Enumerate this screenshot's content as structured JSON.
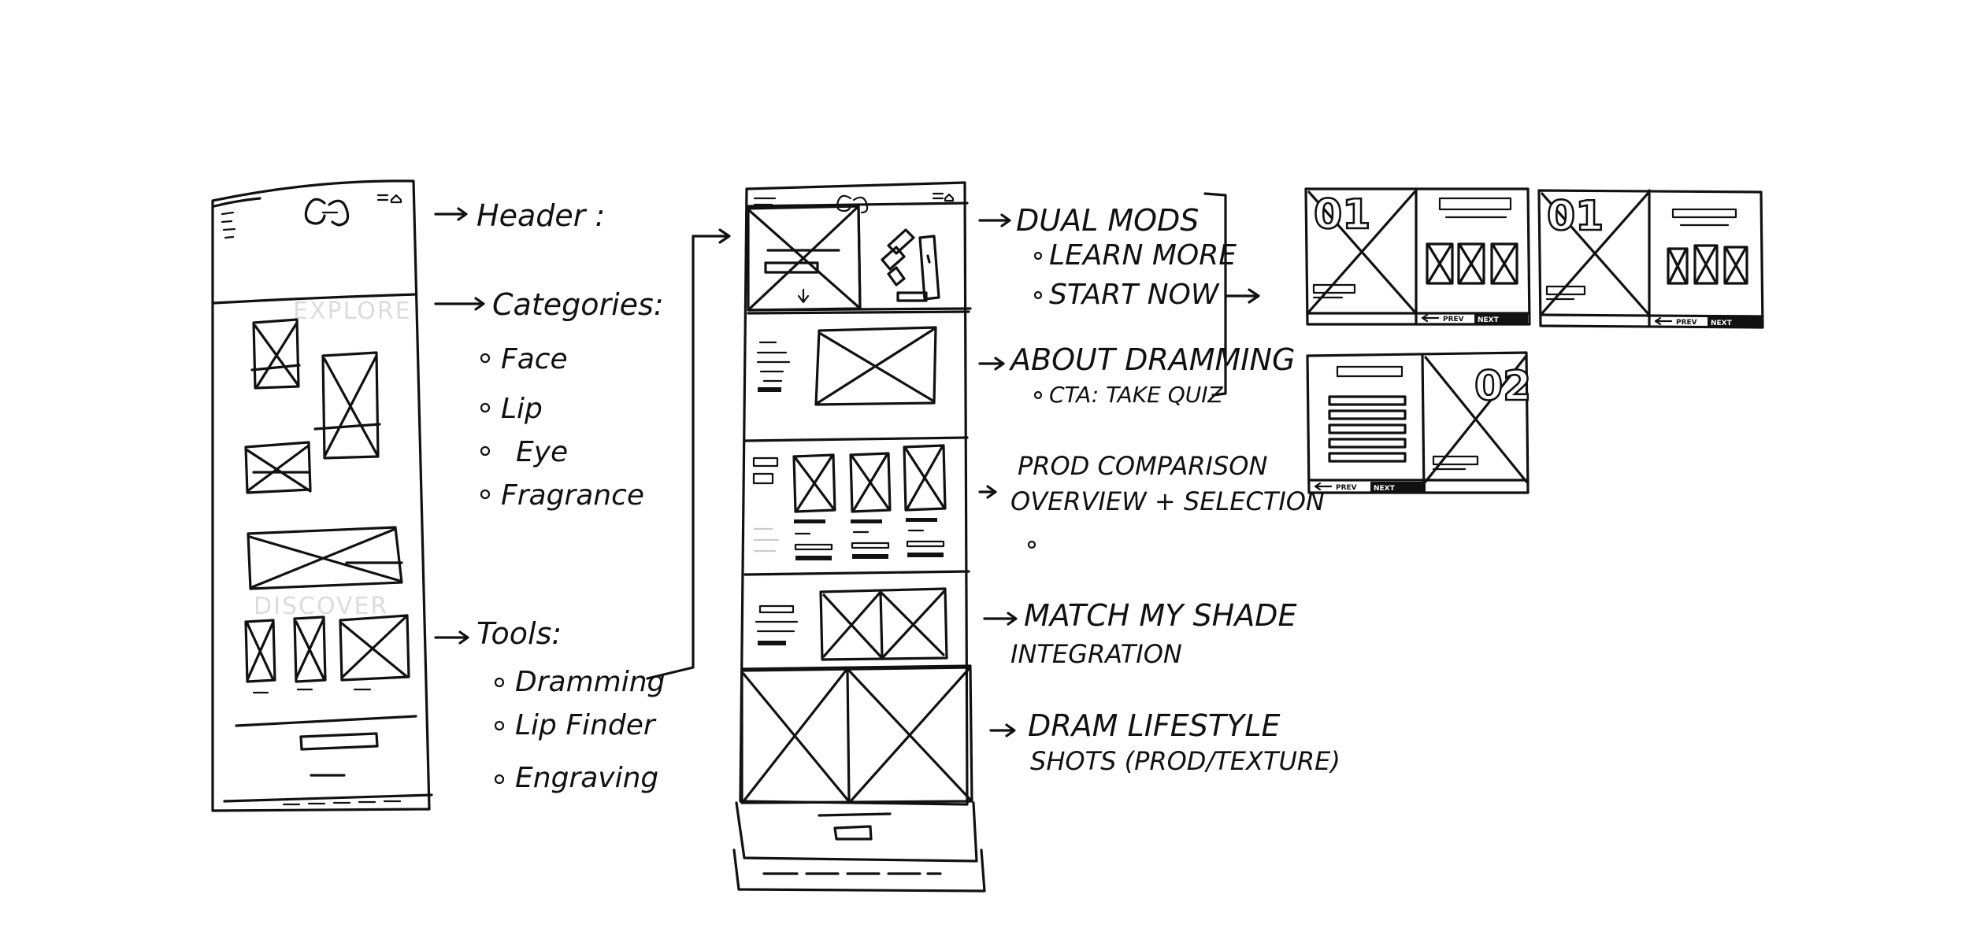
{
  "sketch1": {
    "watermark_explore": "EXPLORE",
    "watermark_discover": "DISCOVER"
  },
  "notes1": {
    "header": "Header :",
    "categories": "Categories:",
    "category_items": [
      "Face",
      "Lip",
      "Eye",
      "Fragrance"
    ],
    "tools": "Tools:",
    "tool_items": [
      "Dramming",
      "Lip Finder",
      "Engraving"
    ]
  },
  "notes2": {
    "dual_mods": "DUAL MODS",
    "dual_mods_items": [
      "LEARN MORE",
      "START NOW"
    ],
    "about": "ABOUT DRAMMING",
    "about_items": [
      "CTA: TAKE QUIZ"
    ],
    "prod_line1": "PROD COMPARISON",
    "prod_line2": "OVERVIEW + SELECTION",
    "match_line1": "MATCH MY SHADE",
    "match_line2": "INTEGRATION",
    "dram_line1": "DRAM LIFESTYLE",
    "dram_line2": "SHOTS (PROD/TEXTURE)"
  },
  "quiz_cards": {
    "card1_number": "01",
    "card2_number": "01",
    "card3_number": "02",
    "prev_label": "PREV",
    "next_label": "NEXT"
  }
}
